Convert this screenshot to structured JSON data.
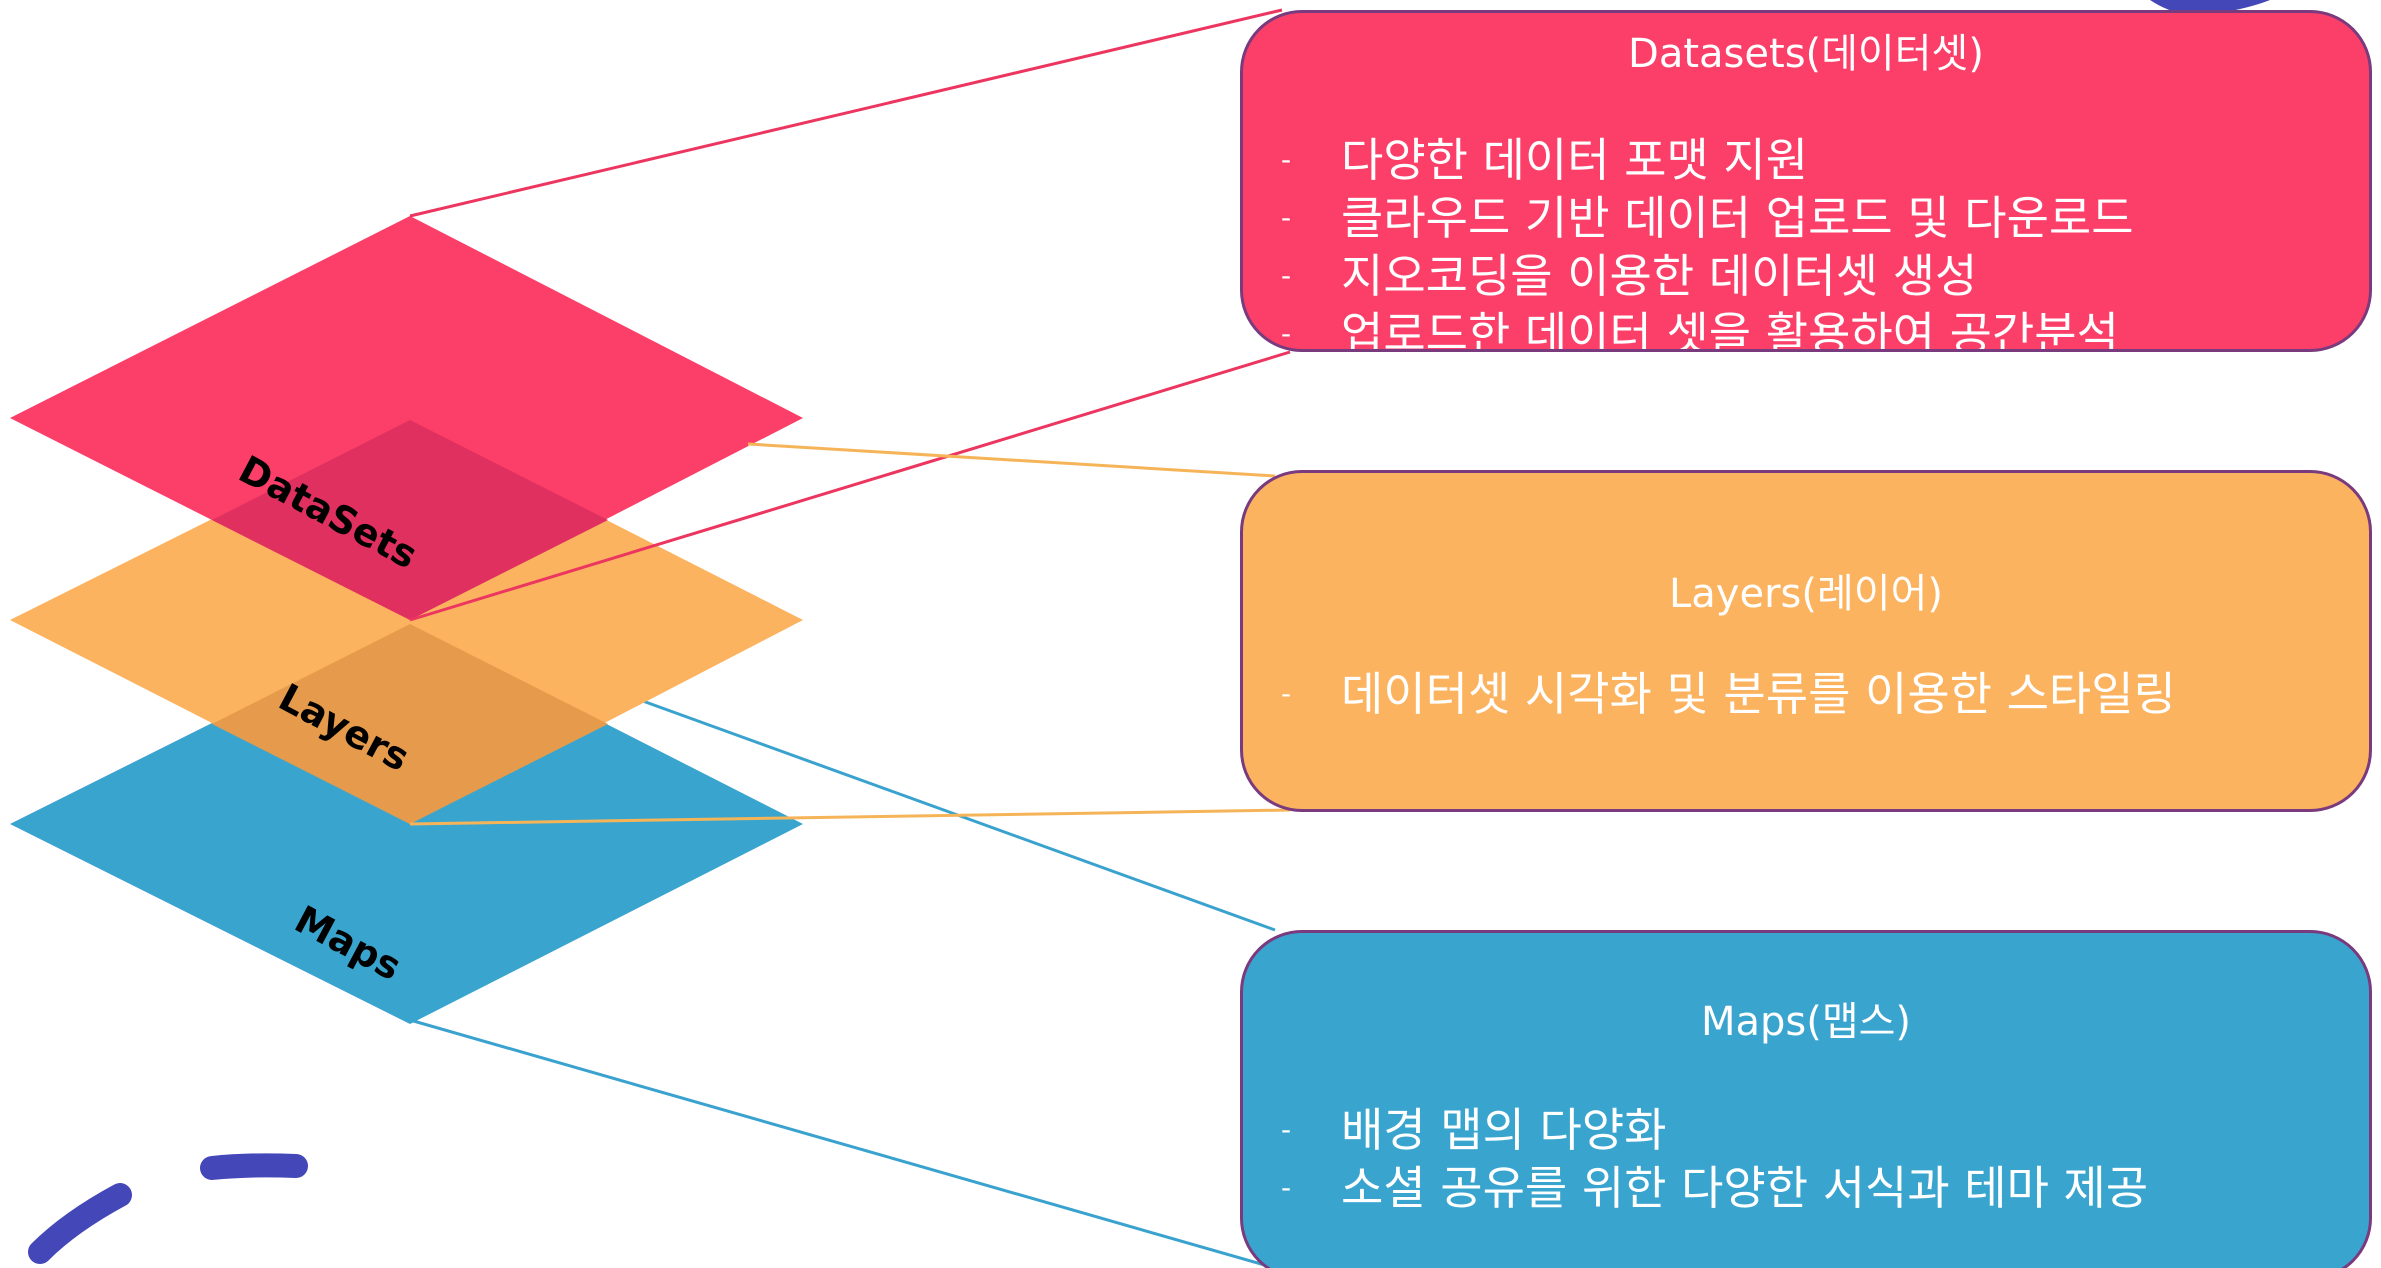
{
  "colors": {
    "datasets": "#fc3f68",
    "layers": "#fbb360",
    "maps": "#39a5cf",
    "box_border": "#7a3a7e",
    "datasets_line": "#ec3660",
    "layers_line": "#f6b459",
    "maps_line": "#3aa2ce",
    "brush": "#4447b8"
  },
  "layers": [
    {
      "id": "maps",
      "label": "Maps",
      "color": "#39a5cf"
    },
    {
      "id": "layers",
      "label": "Layers",
      "color": "#fbb360"
    },
    {
      "id": "datasets",
      "label": "DataSets",
      "color": "#fc3f68"
    }
  ],
  "boxes": {
    "datasets": {
      "title": "Datasets(데이터셋)",
      "bullets": [
        "다양한 데이터 포맷 지원",
        "클라우드 기반 데이터 업로드 및 다운로드",
        "지오코딩을 이용한 데이터셋 생성",
        "업로드한 데이터 셋을 활용하여 공간분석"
      ]
    },
    "layers": {
      "title": "Layers(레이어)",
      "bullets": [
        "데이터셋 시각화 및 분류를 이용한 스타일링"
      ]
    },
    "maps": {
      "title": "Maps(맵스)",
      "bullets": [
        "배경 맵의 다양화",
        "소셜 공유를 위한 다양한 서식과 테마 제공"
      ]
    }
  },
  "bullet_marker": "-"
}
